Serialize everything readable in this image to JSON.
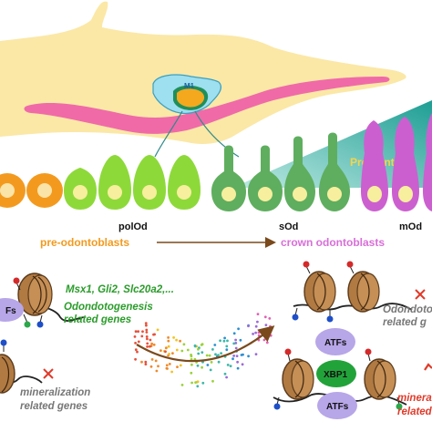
{
  "mandible": {
    "label": "M1"
  },
  "stages": {
    "predentin_label": "Pre-dentin",
    "p1_label": "polOd",
    "s_label": "sOd",
    "m_label": "mOd"
  },
  "arrow": {
    "from_label": "pre-odontoblasts",
    "to_label": "crown odontoblasts"
  },
  "left_panel": {
    "tf_label": "Fs",
    "genes_label": "Msx1, Gli2, Slc20a2,...",
    "odonto_line1": "Odondotogenesis",
    "odonto_line2": "related genes",
    "mineral_line1": "mineralization",
    "mineral_line2": "related genes"
  },
  "right_panel": {
    "odonto_line1": "Odondoto",
    "odonto_line2": "related g",
    "atf_top": "ATFs",
    "xbp1": "XBP1",
    "atf_bottom": "ATFs",
    "mineral_line1": "minera",
    "mineral_line2": "related"
  },
  "colors": {
    "jaw": "#fbe8a6",
    "pulp": "#f06aa8",
    "preod": "#f39a1e",
    "polod": "#8ed93a",
    "sod": "#5fae5f",
    "mod": "#cc5fd0",
    "predentin": "#2bb5a8",
    "nucleosome": "#b07a42",
    "atf": "#b7a6e8",
    "xbp1": "#22a33a",
    "cross": "#e03b2a"
  }
}
